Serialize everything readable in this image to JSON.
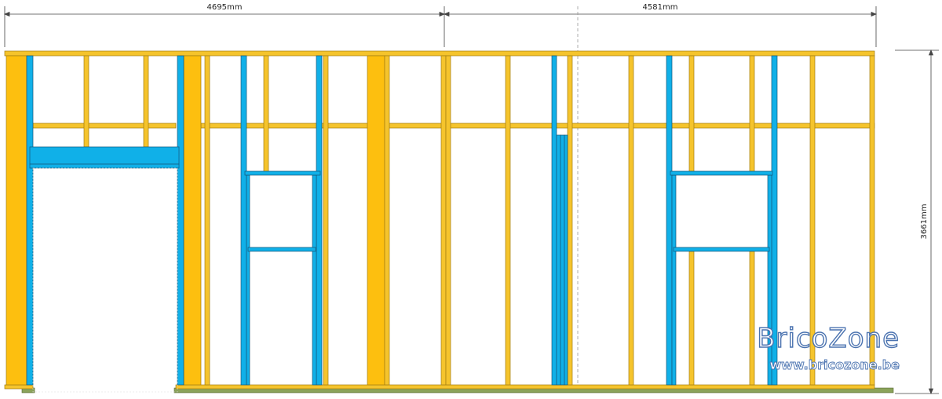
{
  "dimensions": {
    "left_width": "4695mm",
    "right_width": "4581mm",
    "height": "3661mm"
  },
  "watermark": {
    "title": "BricoZone",
    "url": "www.bricozone.be"
  },
  "colors": {
    "timber": "#f5c42c",
    "timber_heavy": "#fdbf0f",
    "timber_edge": "#a27d10",
    "steel": "#10b0e8",
    "steel_edge": "#16577a",
    "floor_plate": "#8ba35a",
    "dimension_line": "#444444"
  }
}
